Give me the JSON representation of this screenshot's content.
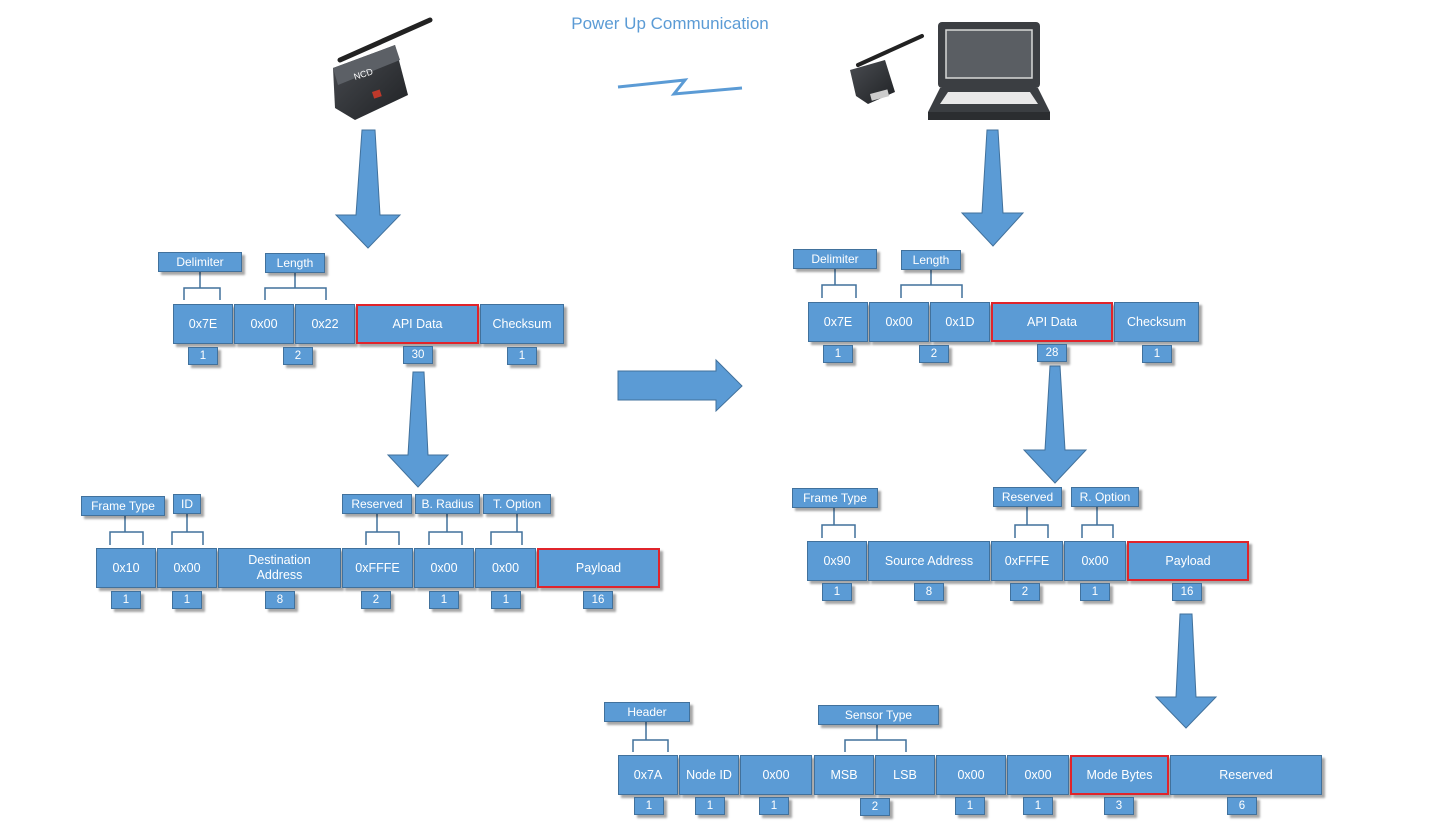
{
  "title": "Power Up Communication",
  "tx_frame": {
    "labels": {
      "delimiter": "Delimiter",
      "length": "Length"
    },
    "cells": [
      {
        "text": "0x7E"
      },
      {
        "text": "0x00"
      },
      {
        "text": "0x22"
      },
      {
        "text": "API Data",
        "highlight": true
      },
      {
        "text": "Checksum"
      }
    ],
    "counts": [
      "1",
      "2",
      "30",
      "1"
    ]
  },
  "tx_api": {
    "labels": {
      "frame_type": "Frame Type",
      "id": "ID",
      "reserved": "Reserved",
      "b_radius": "B. Radius",
      "t_option": "T. Option"
    },
    "cells": [
      {
        "text": "0x10"
      },
      {
        "text": "0x00"
      },
      {
        "text": "Destination Address"
      },
      {
        "text": "0xFFFE"
      },
      {
        "text": "0x00"
      },
      {
        "text": "0x00"
      },
      {
        "text": "Payload",
        "highlight": true
      }
    ],
    "counts": [
      "1",
      "1",
      "8",
      "2",
      "1",
      "1",
      "16"
    ]
  },
  "rx_frame": {
    "labels": {
      "delimiter": "Delimiter",
      "length": "Length"
    },
    "cells": [
      {
        "text": "0x7E"
      },
      {
        "text": "0x00"
      },
      {
        "text": "0x1D"
      },
      {
        "text": "API Data",
        "highlight": true
      },
      {
        "text": "Checksum"
      }
    ],
    "counts": [
      "1",
      "2",
      "28",
      "1"
    ]
  },
  "rx_api": {
    "labels": {
      "frame_type": "Frame Type",
      "reserved": "Reserved",
      "r_option": "R. Option"
    },
    "cells": [
      {
        "text": "0x90"
      },
      {
        "text": "Source Address"
      },
      {
        "text": "0xFFFE"
      },
      {
        "text": "0x00"
      },
      {
        "text": "Payload",
        "highlight": true
      }
    ],
    "counts": [
      "1",
      "8",
      "2",
      "1",
      "16"
    ]
  },
  "payload": {
    "labels": {
      "header": "Header",
      "sensor_type": "Sensor Type"
    },
    "cells": [
      {
        "text": "0x7A"
      },
      {
        "text": "Node ID"
      },
      {
        "text": "0x00"
      },
      {
        "text": "MSB"
      },
      {
        "text": "LSB"
      },
      {
        "text": "0x00"
      },
      {
        "text": "0x00"
      },
      {
        "text": "Mode Bytes",
        "highlight": true
      },
      {
        "text": "Reserved"
      }
    ],
    "counts": [
      "1",
      "1",
      "1",
      "2",
      "1",
      "1",
      "3",
      "6"
    ]
  },
  "colors": {
    "box_fill": "#5b9bd5",
    "box_border": "#41719c",
    "highlight_border": "#e0242b",
    "title": "#5b9bd5"
  },
  "icons": [
    "wireless-sensor-icon",
    "wireless-gateway-icon",
    "laptop-icon",
    "lightning-link-icon"
  ]
}
